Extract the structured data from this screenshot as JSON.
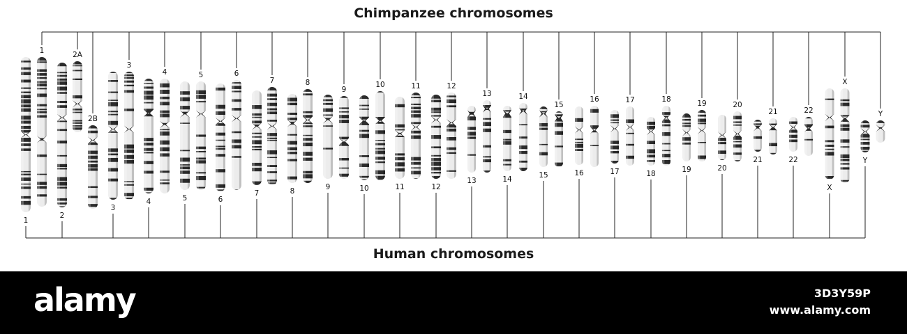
{
  "titles": {
    "chimp": "Chimpanzee chromosomes",
    "human": "Human chromosomes"
  },
  "colors": {
    "dark_band": "#2b2b2b",
    "light_band": "#ececec",
    "connector_line": "#222222",
    "footer_background": "#000000"
  },
  "pairs": [
    {
      "human": "1",
      "chimp": [
        "1"
      ]
    },
    {
      "human": "2",
      "chimp": [
        "2A",
        "2B"
      ]
    },
    {
      "human": "3",
      "chimp": [
        "3"
      ]
    },
    {
      "human": "4",
      "chimp": [
        "4"
      ]
    },
    {
      "human": "5",
      "chimp": [
        "5"
      ]
    },
    {
      "human": "6",
      "chimp": [
        "6"
      ]
    },
    {
      "human": "7",
      "chimp": [
        "7"
      ]
    },
    {
      "human": "8",
      "chimp": [
        "8"
      ]
    },
    {
      "human": "9",
      "chimp": [
        "9"
      ]
    },
    {
      "human": "10",
      "chimp": [
        "10"
      ]
    },
    {
      "human": "11",
      "chimp": [
        "11"
      ]
    },
    {
      "human": "12",
      "chimp": [
        "12"
      ]
    },
    {
      "human": "13",
      "chimp": [
        "13"
      ]
    },
    {
      "human": "14",
      "chimp": [
        "14"
      ]
    },
    {
      "human": "15",
      "chimp": [
        "15"
      ]
    },
    {
      "human": "16",
      "chimp": [
        "16"
      ]
    },
    {
      "human": "17",
      "chimp": [
        "17"
      ]
    },
    {
      "human": "18",
      "chimp": [
        "18"
      ]
    },
    {
      "human": "19",
      "chimp": [
        "19"
      ]
    },
    {
      "human": "20",
      "chimp": [
        "20"
      ]
    },
    {
      "human": "21",
      "chimp": [
        "21"
      ]
    },
    {
      "human": "22",
      "chimp": [
        "22"
      ]
    },
    {
      "human": "X",
      "chimp": [
        "X"
      ]
    },
    {
      "human": "Y",
      "chimp": [
        "Y"
      ]
    }
  ],
  "watermark": {
    "logo": "alamy",
    "image_id": "3D3Y59P",
    "site": "www.alamy.com"
  }
}
